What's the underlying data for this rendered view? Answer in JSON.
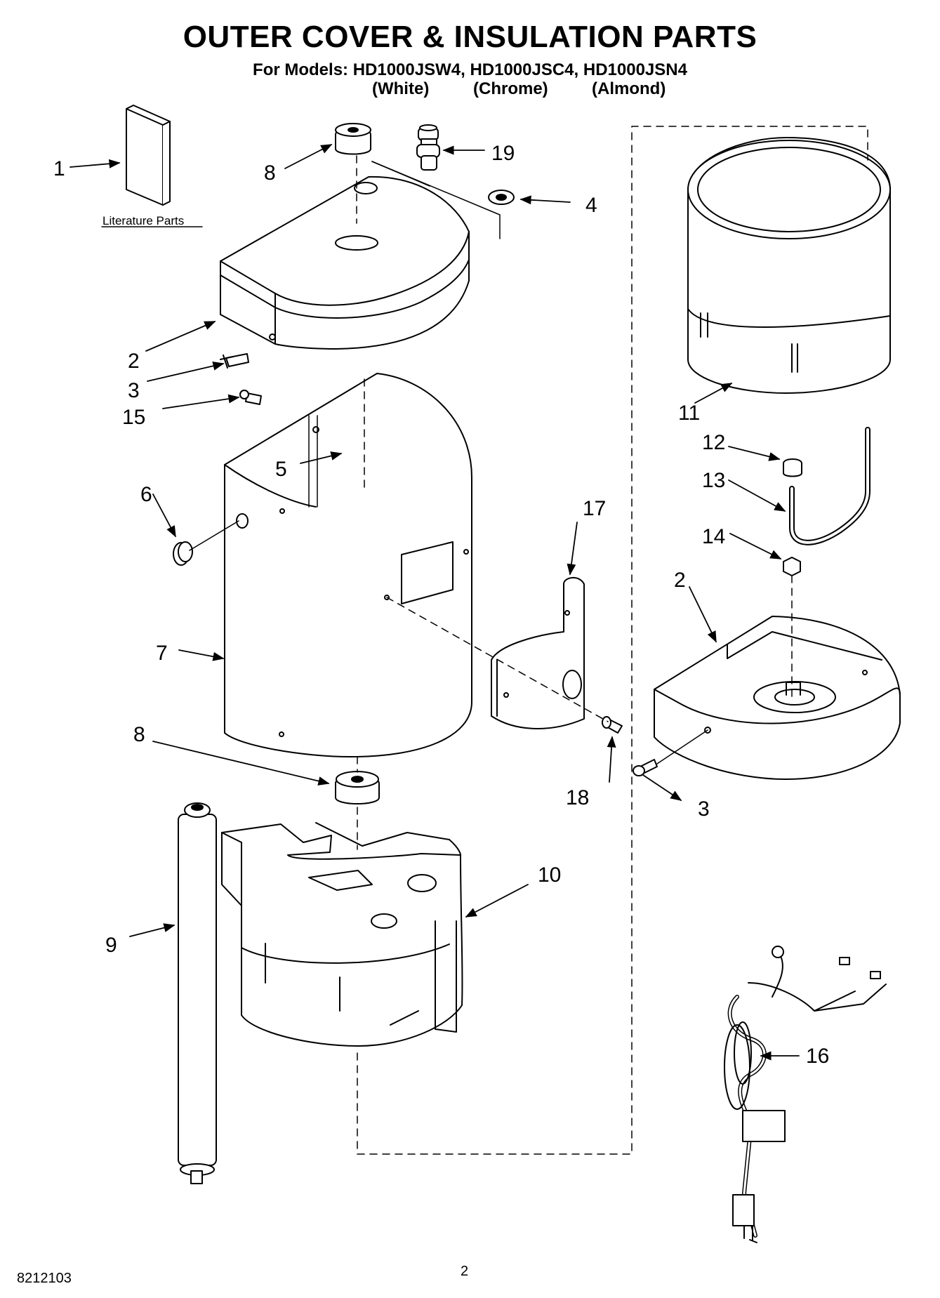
{
  "header": {
    "title": "OUTER COVER & INSULATION PARTS",
    "models_line": "For Models: HD1000JSW4, HD1000JSC4, HD1000JSN4",
    "finishes": [
      "(White)",
      "(Chrome)",
      "(Almond)"
    ]
  },
  "literature_label": "Literature Parts",
  "callouts": [
    "1",
    "2",
    "3",
    "4",
    "5",
    "6",
    "7",
    "8",
    "9",
    "10",
    "11",
    "12",
    "13",
    "14",
    "15",
    "16",
    "17",
    "18",
    "19",
    "2",
    "3",
    "8"
  ],
  "footer": {
    "doc_number": "8212103",
    "page_number": "2"
  }
}
